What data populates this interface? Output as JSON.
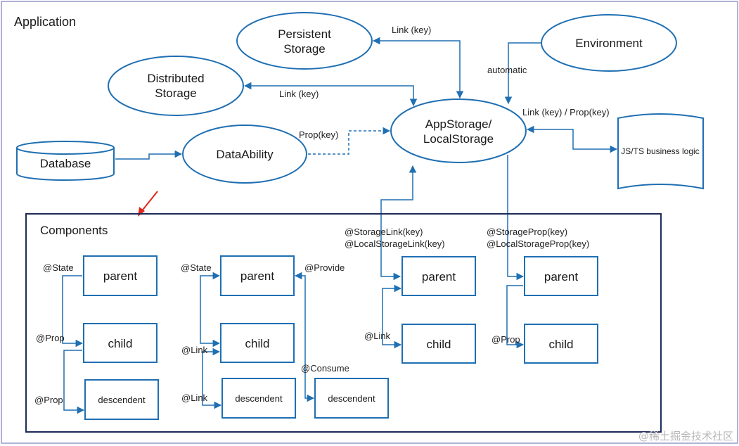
{
  "colors": {
    "stroke": "#1f6fb2",
    "app_border": "#9a9ac8",
    "components_border": "#1e2a5a",
    "pointer_arrow": "#e0271c",
    "watermark": "#b8b8b8"
  },
  "application": {
    "title": "Application"
  },
  "nodes": {
    "persistent_storage": {
      "line1": "Persistent",
      "line2": "Storage"
    },
    "distributed_storage": {
      "line1": "Distributed",
      "line2": "Storage"
    },
    "environment": {
      "label": "Environment"
    },
    "appstorage": {
      "line1": "AppStorage/",
      "line2": "LocalStorage"
    },
    "database": {
      "label": "Database"
    },
    "dataability": {
      "label": "DataAbility"
    },
    "business_logic": {
      "label": "JS/TS business logic"
    }
  },
  "edge_labels": {
    "link_key_persistent": "Link (key)",
    "link_key_distributed": "Link (key)",
    "automatic": "automatic",
    "link_prop_key": "Link (key) / Prop(key)",
    "prop_key": "Prop(key)"
  },
  "components": {
    "title": "Components",
    "group1": {
      "parent": "parent",
      "child": "child",
      "descendent": "descendent",
      "state": "@State",
      "prop1": "@Prop",
      "prop2": "@Prop"
    },
    "group2": {
      "parent": "parent",
      "child": "child",
      "descendent": "descendent",
      "descendent2": "descendent",
      "state": "@State",
      "link1": "@Link",
      "link2": "@Link",
      "provide": "@Provide",
      "consume": "@Consume"
    },
    "group3": {
      "parent": "parent",
      "child": "child",
      "decorator1": "@StorageLink(key)",
      "decorator2": "@LocalStorageLink(key)",
      "link": "@Link"
    },
    "group4": {
      "parent": "parent",
      "child": "child",
      "decorator1": "@StorageProp(key)",
      "decorator2": "@LocalStorageProp(key)",
      "prop": "@Prop"
    }
  },
  "watermark": "@稀土掘金技术社区"
}
